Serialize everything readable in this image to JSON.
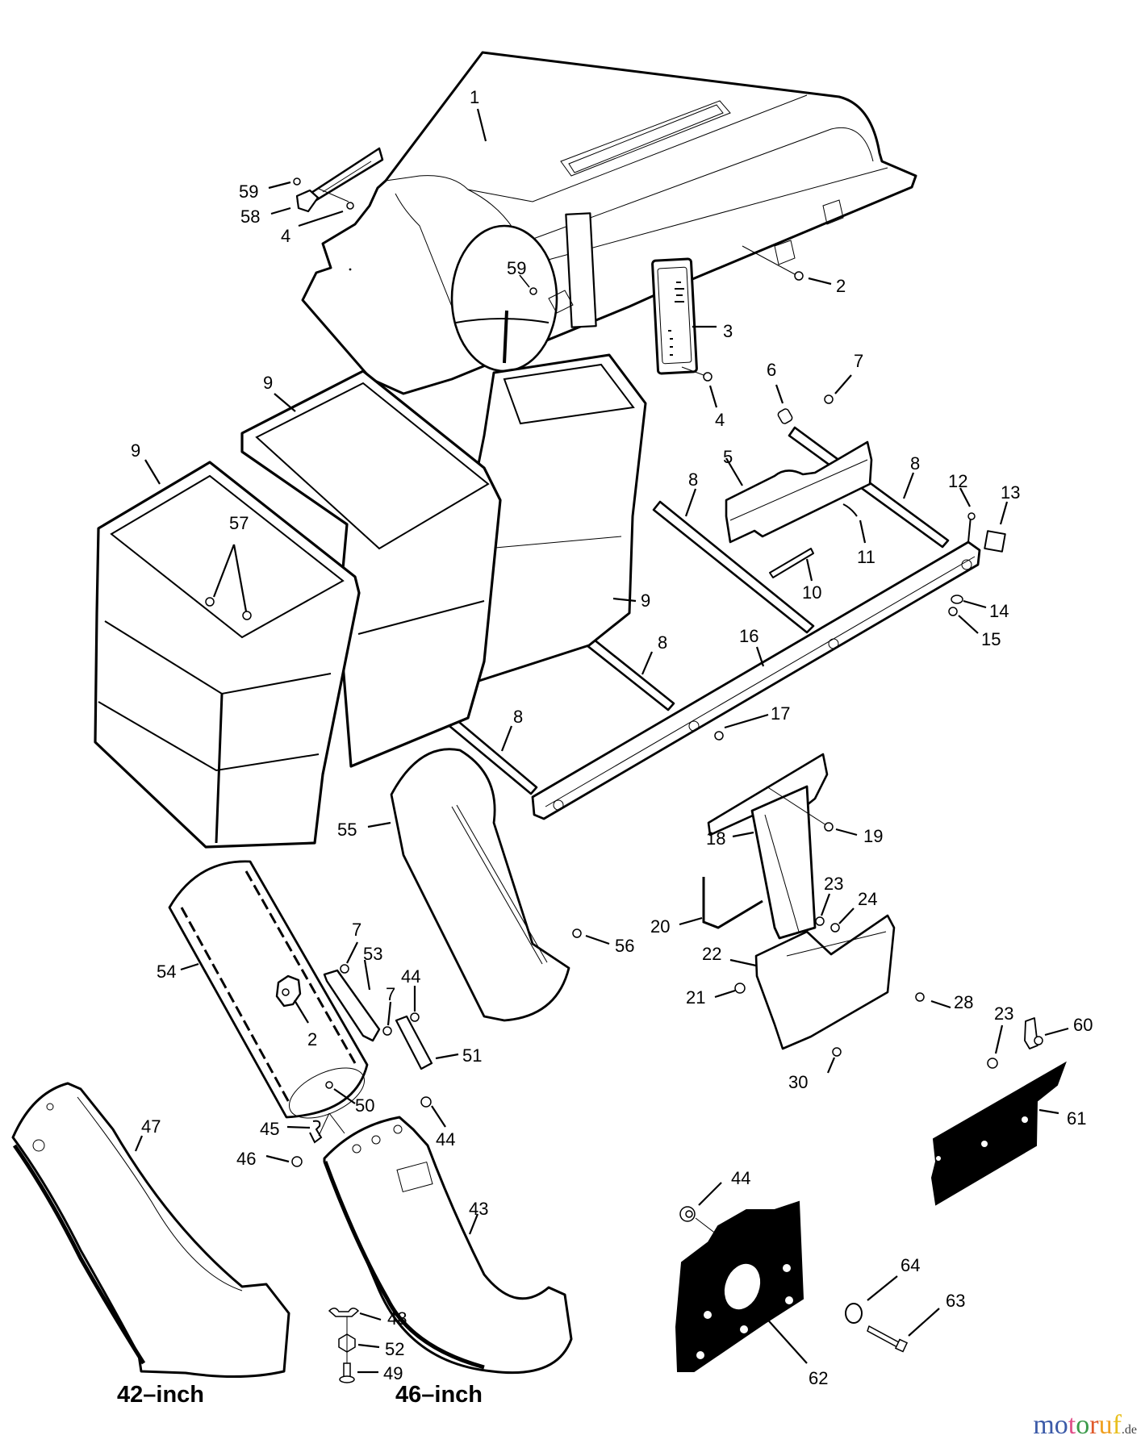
{
  "diagram": {
    "type": "exploded parts diagram",
    "subject": "lawn tractor triple-bag grass catcher assembly",
    "variants": [
      {
        "label": "42–inch",
        "part": "47"
      },
      {
        "label": "46–inch",
        "part": "43"
      }
    ],
    "callouts": {
      "c1": "1",
      "c2a": "2",
      "c2b": "2",
      "c3": "3",
      "c4a": "4",
      "c4b": "4",
      "c5": "5",
      "c6": "6",
      "c7a": "7",
      "c7b": "7",
      "c7c": "7",
      "c8a": "8",
      "c8b": "8",
      "c8c": "8",
      "c8d": "8",
      "c9a": "9",
      "c9b": "9",
      "c9c": "9",
      "c10": "10",
      "c11": "11",
      "c12": "12",
      "c13": "13",
      "c14": "14",
      "c15": "15",
      "c16": "16",
      "c17": "17",
      "c18": "18",
      "c19": "19",
      "c20": "20",
      "c21": "21",
      "c22": "22",
      "c23a": "23",
      "c23b": "23",
      "c24": "24",
      "c28": "28",
      "c30": "30",
      "c43": "43",
      "c44a": "44",
      "c44b": "44",
      "c44c": "44",
      "c45": "45",
      "c46": "46",
      "c47": "47",
      "c48": "48",
      "c49": "49",
      "c50": "50",
      "c51": "51",
      "c52": "52",
      "c53": "53",
      "c54": "54",
      "c55": "55",
      "c56": "56",
      "c57": "57",
      "c58": "58",
      "c59a": "59",
      "c59b": "59",
      "c60": "60",
      "c61": "61",
      "c62": "62",
      "c63": "63",
      "c64": "64"
    }
  },
  "watermark": {
    "letters": [
      {
        "ch": "m",
        "color": "#3b5aa8"
      },
      {
        "ch": "o",
        "color": "#3b5aa8"
      },
      {
        "ch": "t",
        "color": "#e0508a"
      },
      {
        "ch": "o",
        "color": "#3a9a4a"
      },
      {
        "ch": "r",
        "color": "#e05a2a"
      },
      {
        "ch": "u",
        "color": "#f0a020"
      },
      {
        "ch": "f",
        "color": "#e8c020"
      }
    ],
    "tld": ".de"
  }
}
